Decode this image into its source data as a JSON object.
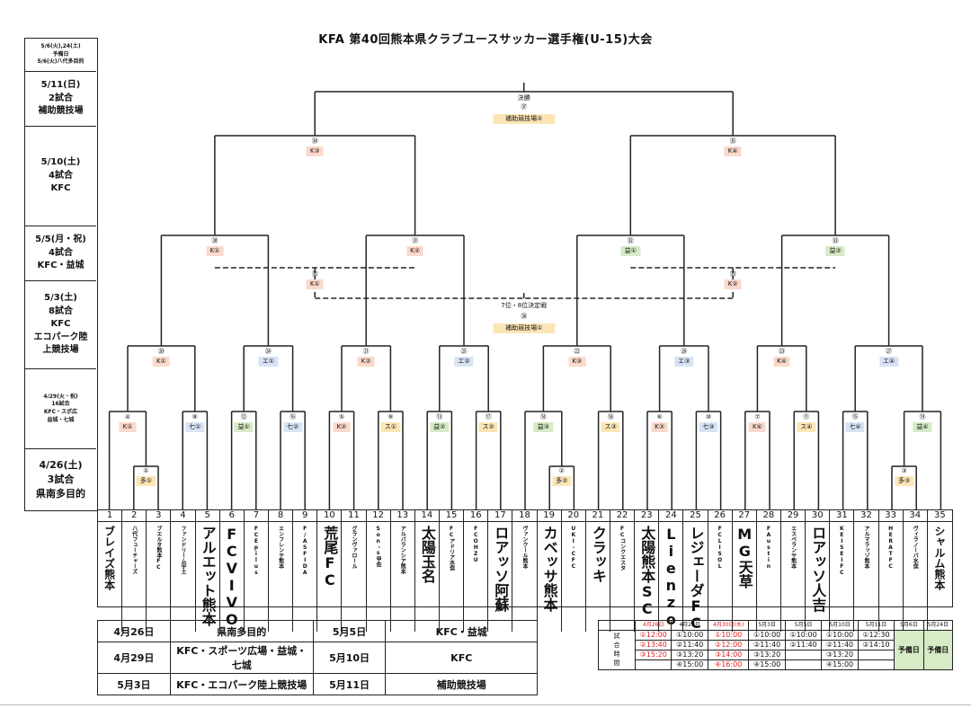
{
  "title": "KFA 第40回熊本県クラブユースサッカー選手権(U-15)大会",
  "schedule": [
    "5/6(火),24(土)\n予備日\n5/6(火)八代多目的",
    "5/11(日)\n2試合\n補助競技場",
    "5/10(土)\n4試合\nKFC",
    "5/5(月・祝)\n4試合\nKFC・益城",
    "5/3(土)\n8試合\nKFC\nエコパーク陸\n上競技場",
    "4/29(火・祝)\n16試合\nKFC・スポ広\n益城・七城",
    "4/26(土)\n3試合\n県南多目的"
  ],
  "final": {
    "label": "決勝",
    "num": "㊲",
    "venue": "補助競技場②"
  },
  "third": {
    "label": "7位・8位決定戦",
    "num": "㊱",
    "venue": "補助競技場①"
  },
  "semis": [
    {
      "num": "㉞",
      "tag": "K③"
    },
    {
      "num": "㉟",
      "tag": "K④"
    }
  ],
  "qf": [
    {
      "num": "㉚",
      "tag": "K①"
    },
    {
      "num": "㉛",
      "tag": "K②"
    },
    {
      "num": "㉜",
      "tag": "益①"
    },
    {
      "num": "㉝",
      "tag": "益②"
    }
  ],
  "consol": [
    {
      "num": "㉜",
      "tag": "K①"
    },
    {
      "num": "㉝",
      "tag": "K②"
    }
  ],
  "r16": [
    {
      "num": "⑳",
      "tag": "K①"
    },
    {
      "num": "㉔",
      "tag": "エ①"
    },
    {
      "num": "㉑",
      "tag": "K②"
    },
    {
      "num": "㉕",
      "tag": "エ②"
    },
    {
      "num": "㉒",
      "tag": "K③"
    },
    {
      "num": "㉖",
      "tag": "エ③"
    },
    {
      "num": "㉓",
      "tag": "K④"
    },
    {
      "num": "㉗",
      "tag": "エ④"
    }
  ],
  "r32": [
    {
      "num": "④",
      "tag": "K①"
    },
    {
      "num": "⑧",
      "tag": "七①"
    },
    {
      "num": "⑫",
      "tag": "益①"
    },
    {
      "num": "⑯",
      "tag": "七②"
    },
    {
      "num": "⑤",
      "tag": "K②"
    },
    {
      "num": "⑨",
      "tag": "ス①"
    },
    {
      "num": "⑬",
      "tag": "益②"
    },
    {
      "num": "⑰",
      "tag": "ス②"
    },
    {
      "num": "⑭",
      "tag": "益③"
    },
    {
      "num": "⑱",
      "tag": "ス③"
    },
    {
      "num": "⑥",
      "tag": "K③"
    },
    {
      "num": "⑩",
      "tag": "七③"
    },
    {
      "num": "⑦",
      "tag": "K④"
    },
    {
      "num": "⑪",
      "tag": "ス④"
    },
    {
      "num": "⑮",
      "tag": "七④"
    },
    {
      "num": "⑲",
      "tag": "益④"
    }
  ],
  "r0": [
    {
      "num": "①",
      "tag": "多①"
    },
    {
      "num": "②",
      "tag": "多②"
    },
    {
      "num": "③",
      "tag": "多③"
    }
  ],
  "teams": [
    {
      "n": "1",
      "name": "ブレイズ熊本",
      "size": "l"
    },
    {
      "n": "2",
      "name": "八代フューチャーズ",
      "size": "s"
    },
    {
      "n": "3",
      "name": "ブエルタ熊本FC",
      "size": "s"
    },
    {
      "n": "4",
      "name": "ファンドリーム宇土",
      "size": "s"
    },
    {
      "n": "5",
      "name": "アルエット熊本",
      "size": "m"
    },
    {
      "n": "6",
      "name": "FCVIVO",
      "size": "m"
    },
    {
      "n": "7",
      "name": "FCEpilus",
      "size": "s"
    },
    {
      "n": "8",
      "name": "エンフレンテ熊本",
      "size": "s"
    },
    {
      "n": "9",
      "name": "F/ASFIDA",
      "size": "s"
    },
    {
      "n": "10",
      "name": "荒尾FC",
      "size": "m"
    },
    {
      "n": "11",
      "name": "グランヴァロール",
      "size": "s"
    },
    {
      "n": "12",
      "name": "Son・s甲佐",
      "size": "s"
    },
    {
      "n": "13",
      "name": "アルバランシア熊本",
      "size": "s"
    },
    {
      "n": "14",
      "name": "太陽玉名",
      "size": "m"
    },
    {
      "n": "15",
      "name": "FCアドリア水俣",
      "size": "s"
    },
    {
      "n": "16",
      "name": "FCOHZU",
      "size": "s"
    },
    {
      "n": "17",
      "name": "ロアッソ阿蘇",
      "size": "m"
    },
    {
      "n": "18",
      "name": "ヴァンクール熊本",
      "size": "s"
    },
    {
      "n": "19",
      "name": "カベッサ熊本",
      "size": "m"
    },
    {
      "n": "20",
      "name": "UKI-CFC",
      "size": "s"
    },
    {
      "n": "21",
      "name": "クラッキ",
      "size": "m"
    },
    {
      "n": "22",
      "name": "FCコンクエスタ",
      "size": "s"
    },
    {
      "n": "23",
      "name": "太陽熊本SC",
      "size": "m"
    },
    {
      "n": "24",
      "name": "Lienzo",
      "size": "m"
    },
    {
      "n": "25",
      "name": "レジェーダFC",
      "size": "m"
    },
    {
      "n": "26",
      "name": "FCLISOL",
      "size": "s"
    },
    {
      "n": "27",
      "name": "MG天草",
      "size": "m"
    },
    {
      "n": "28",
      "name": "FAustin",
      "size": "s"
    },
    {
      "n": "29",
      "name": "エスペランサ熊本",
      "size": "s"
    },
    {
      "n": "30",
      "name": "ロアッソ人吉",
      "size": "m"
    },
    {
      "n": "31",
      "name": "KEISEIFC",
      "size": "s"
    },
    {
      "n": "32",
      "name": "アルマラッゾ熊本",
      "size": "s"
    },
    {
      "n": "33",
      "name": "HERATFC",
      "size": "s"
    },
    {
      "n": "34",
      "name": "ヴィラノーバ水俣",
      "size": "s"
    },
    {
      "n": "35",
      "name": "シャルム熊本",
      "size": "l"
    }
  ],
  "venues": [
    [
      "4月26日",
      "県南多目的",
      "5月5日",
      "KFC・益城"
    ],
    [
      "4月29日",
      "KFC・スポーツ広場・益城・七城",
      "5月10日",
      "KFC"
    ],
    [
      "5月3日",
      "KFC・エコパーク陸上競技場",
      "5月11日",
      "補助競技場"
    ]
  ],
  "times": {
    "headers": [
      "4月26日",
      "4月29日",
      "4月30日(水)",
      "5月3日",
      "5月5日",
      "5月10日",
      "5月11日",
      "5月6日",
      "5月24日"
    ],
    "side": "試合時間",
    "rows": [
      [
        "①12:00",
        "①10:00",
        "①10:00",
        "①10:00",
        "①10:00",
        "①10:00",
        "①12:30"
      ],
      [
        "②13:40",
        "②11:40",
        "②12:00",
        "②11:40",
        "②11:40",
        "②11:40",
        "②14:10"
      ],
      [
        "③15:20",
        "③13:20",
        "③14:00",
        "③13:20",
        "",
        "③13:20",
        ""
      ],
      [
        "",
        "④15:00",
        "④16:00",
        "④15:00",
        "",
        "④15:00",
        ""
      ]
    ],
    "reserve": "予備日",
    "colors": {
      "red": "#e02020",
      "green": "#d6ebc6",
      "k": "#fbd9cc",
      "e": "#d8e4f5",
      "m": "#d6ebc6",
      "s": "#fce6b6",
      "n": "#d8e4f5",
      "t": "#fce6b6"
    }
  }
}
